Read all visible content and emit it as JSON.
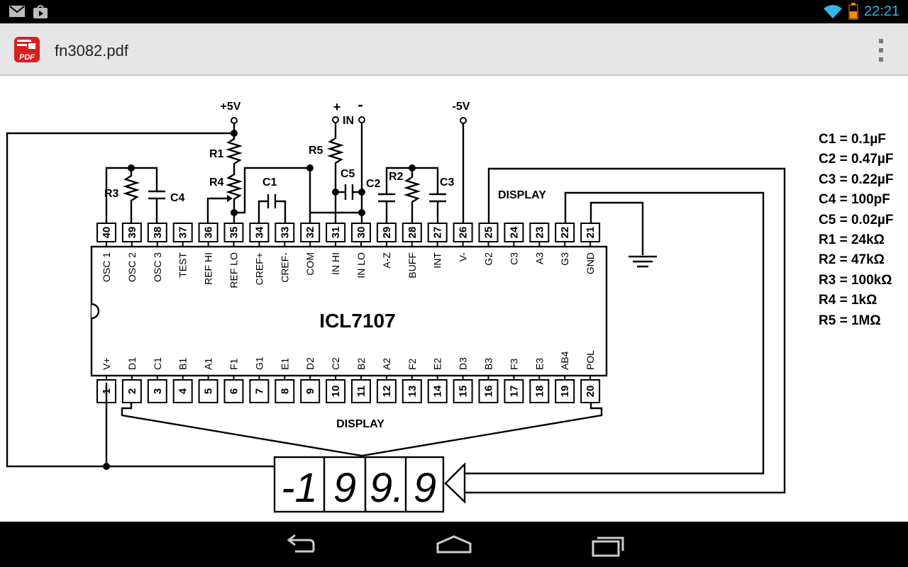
{
  "status_bar": {
    "time": "22:21",
    "icons": [
      "gmail-icon",
      "play-store-icon",
      "wifi-icon",
      "battery-icon"
    ]
  },
  "action_bar": {
    "title": "fn3082.pdf",
    "app_icon_label": "PDF"
  },
  "schematic": {
    "chip_name": "ICL7107",
    "top_pins": [
      {
        "num": "40",
        "label": "OSC 1"
      },
      {
        "num": "39",
        "label": "OSC 2"
      },
      {
        "num": "38",
        "label": "OSC 3"
      },
      {
        "num": "37",
        "label": "TEST"
      },
      {
        "num": "36",
        "label": "REF HI"
      },
      {
        "num": "35",
        "label": "REF LO"
      },
      {
        "num": "34",
        "label": "CREF+"
      },
      {
        "num": "33",
        "label": "CREF-"
      },
      {
        "num": "32",
        "label": "COM"
      },
      {
        "num": "31",
        "label": "IN HI"
      },
      {
        "num": "30",
        "label": "IN LO"
      },
      {
        "num": "29",
        "label": "A-Z"
      },
      {
        "num": "28",
        "label": "BUFF"
      },
      {
        "num": "27",
        "label": "INT"
      },
      {
        "num": "26",
        "label": "V-"
      },
      {
        "num": "25",
        "label": "G2"
      },
      {
        "num": "24",
        "label": "C3"
      },
      {
        "num": "23",
        "label": "A3"
      },
      {
        "num": "22",
        "label": "G3"
      },
      {
        "num": "21",
        "label": "GND"
      }
    ],
    "bottom_pins": [
      {
        "num": "1",
        "label": "V+"
      },
      {
        "num": "2",
        "label": "D1"
      },
      {
        "num": "3",
        "label": "C1"
      },
      {
        "num": "4",
        "label": "B1"
      },
      {
        "num": "5",
        "label": "A1"
      },
      {
        "num": "6",
        "label": "F1"
      },
      {
        "num": "7",
        "label": "G1"
      },
      {
        "num": "8",
        "label": "E1"
      },
      {
        "num": "9",
        "label": "D2"
      },
      {
        "num": "10",
        "label": "C2"
      },
      {
        "num": "11",
        "label": "B2"
      },
      {
        "num": "12",
        "label": "A2"
      },
      {
        "num": "13",
        "label": "F2"
      },
      {
        "num": "14",
        "label": "E2"
      },
      {
        "num": "15",
        "label": "D3"
      },
      {
        "num": "16",
        "label": "B3"
      },
      {
        "num": "17",
        "label": "F3"
      },
      {
        "num": "18",
        "label": "E3"
      },
      {
        "num": "19",
        "label": "AB4"
      },
      {
        "num": "20",
        "label": "POL"
      }
    ],
    "supply_pos": "+5V",
    "supply_neg": "-5V",
    "input_label": "IN",
    "input_plus": "+",
    "input_minus": "-",
    "display_label_top": "DISPLAY",
    "display_label_bottom": "DISPLAY",
    "display_digits": [
      "-1",
      "9",
      "9.",
      "9"
    ],
    "component_labels": {
      "R1": "R1",
      "R2": "R2",
      "R3": "R3",
      "R4": "R4",
      "R5": "R5",
      "C1": "C1",
      "C2": "C2",
      "C3": "C3",
      "C4": "C4",
      "C5": "C5"
    }
  },
  "legend": [
    "C1 = 0.1µF",
    "C2 = 0.47µF",
    "C3 = 0.22µF",
    "C4 = 100pF",
    "C5 = 0.02µF",
    "R1 = 24kΩ",
    "R2 = 47kΩ",
    "R3 = 100kΩ",
    "R4 = 1kΩ",
    "R5 = 1MΩ"
  ]
}
